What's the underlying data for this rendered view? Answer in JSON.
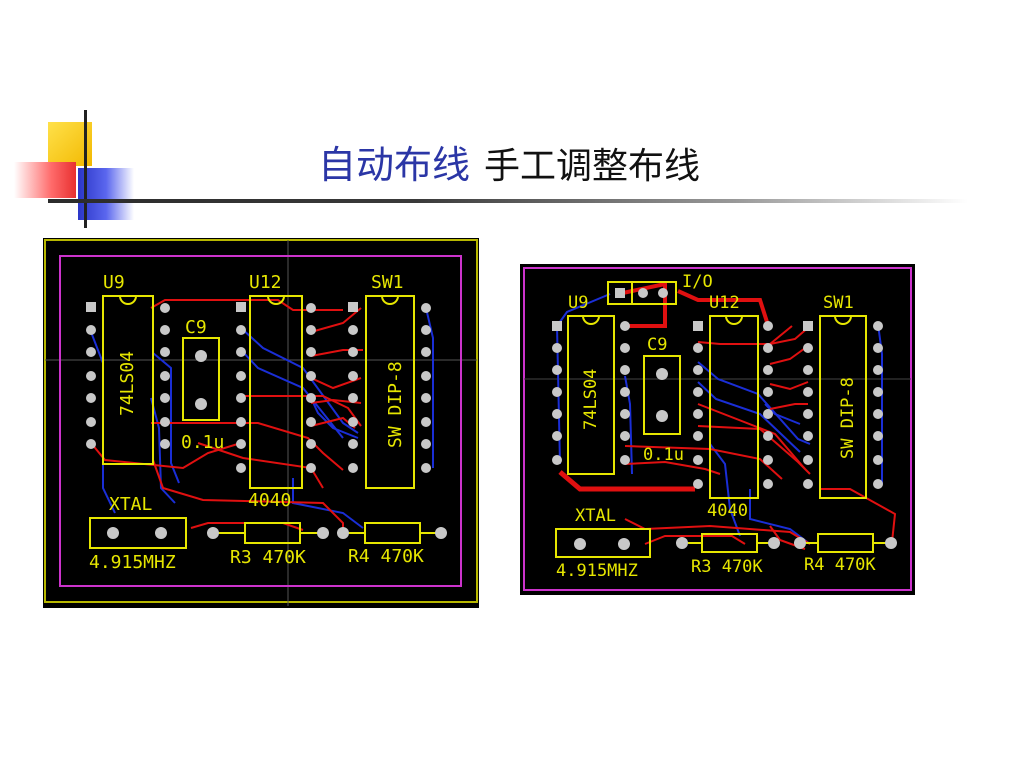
{
  "slide": {
    "title_auto": "自动布线",
    "title_manual": "手工调整布线"
  },
  "colors": {
    "accent_blue": "#2b36a6",
    "silk": "#e6e600",
    "outline": "#cc33cc",
    "top_trace": "#e01010",
    "bottom_trace": "#1a2ed6",
    "pad": "#c8c8c8"
  },
  "board_auto": {
    "u9": "U9",
    "u9_value": "74LS04",
    "u12": "U12",
    "u12_value": "4040",
    "sw1": "SW1",
    "sw1_value": "SW DIP-8",
    "c9": "C9",
    "c9_value": "0.1u",
    "xtal": "XTAL",
    "xtal_value": "4.915MHZ",
    "r3": "R3 470K",
    "r4": "R4 470K"
  },
  "board_manual": {
    "io": "I/O",
    "u9": "U9",
    "u9_value": "74LS04",
    "u12": "U12",
    "u12_value": "4040",
    "sw1": "SW1",
    "sw1_value": "SW DIP-8",
    "c9": "C9",
    "c9_value": "0.1u",
    "xtal": "XTAL",
    "xtal_value": "4.915MHZ",
    "r3": "R3 470K",
    "r4": "R4 470K"
  }
}
